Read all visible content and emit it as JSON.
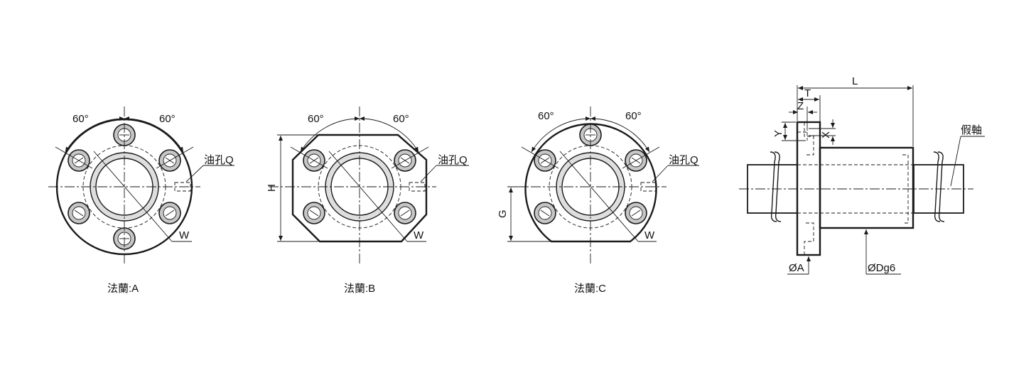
{
  "views": {
    "a": {
      "caption": "法蘭:A",
      "angle_left": "60°",
      "angle_right": "60°",
      "oil_hole": "油孔Q",
      "w": "W"
    },
    "b": {
      "caption": "法蘭:B",
      "angle_left": "60°",
      "angle_right": "60°",
      "oil_hole": "油孔Q",
      "w": "W",
      "h": "H"
    },
    "c": {
      "caption": "法蘭:C",
      "angle_left": "60°",
      "angle_right": "60°",
      "oil_hole": "油孔Q",
      "w": "W",
      "g": "G"
    },
    "side": {
      "l": "L",
      "t": "T",
      "z": "Z",
      "y": "Y",
      "x": "X",
      "dummy_shaft": "假軸",
      "phi_a": "ØA",
      "phi_dg6": "ØDg6"
    }
  }
}
